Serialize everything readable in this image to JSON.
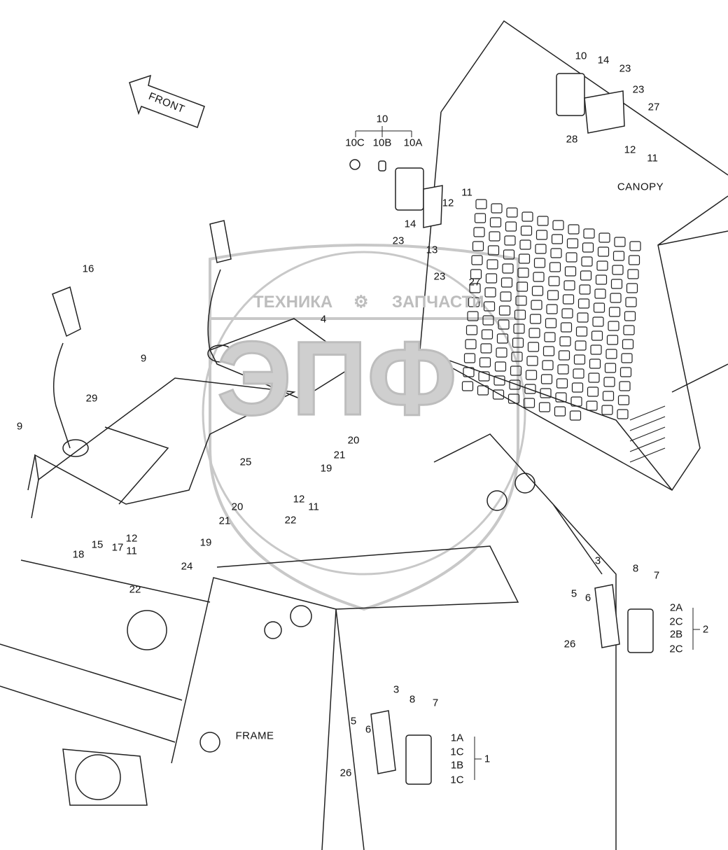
{
  "watermark": {
    "top_text": "ТЕХНИКА",
    "bottom_text": "ЗАПЧАСТИ",
    "logo_letters": "ЭПФ",
    "color": "#bdbdbd"
  },
  "direction_arrow": {
    "label": "FRONT"
  },
  "section_labels": {
    "canopy": "CANOPY",
    "frame": "FRAME"
  },
  "part_labels": [
    "10",
    "10C",
    "10B",
    "10A",
    "10",
    "14",
    "23",
    "23",
    "27",
    "28",
    "12",
    "11",
    "12",
    "11",
    "14",
    "23",
    "13",
    "23",
    "27",
    "16",
    "4",
    "9",
    "29",
    "9",
    "20",
    "21",
    "25",
    "19",
    "12",
    "11",
    "22",
    "20",
    "21",
    "19",
    "12",
    "11",
    "24",
    "15",
    "17",
    "18",
    "22",
    "3",
    "8",
    "7",
    "5",
    "6",
    "2A",
    "2C",
    "2B",
    "2C",
    "2",
    "26",
    "3",
    "8",
    "7",
    "5",
    "6",
    "1A",
    "1C",
    "1B",
    "1C",
    "1",
    "26"
  ]
}
